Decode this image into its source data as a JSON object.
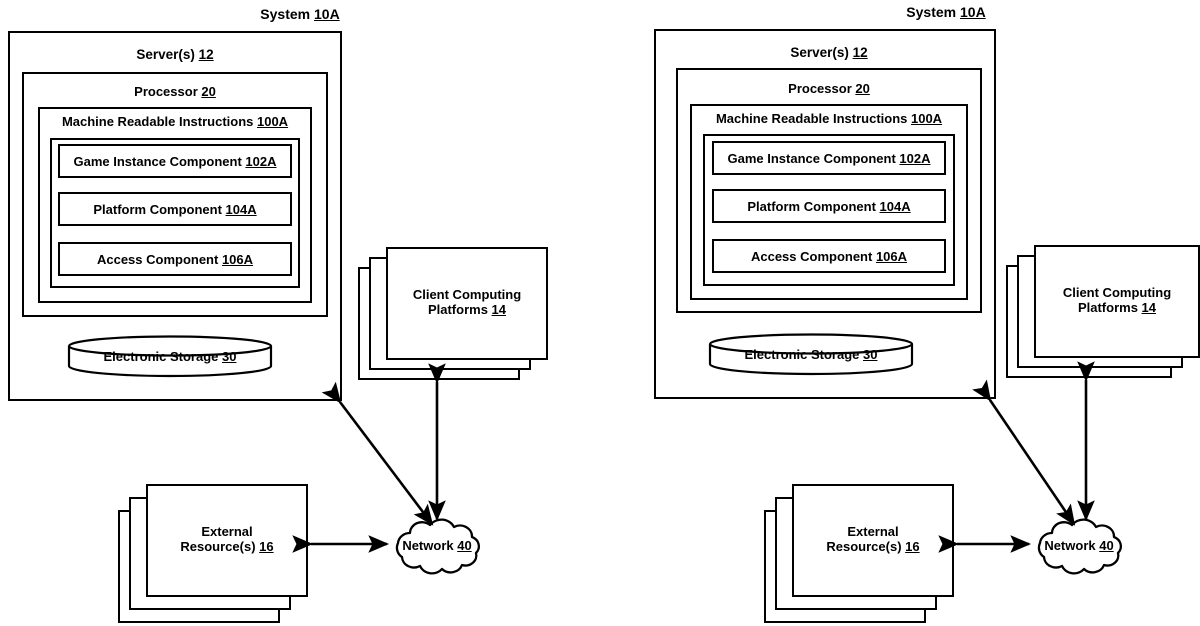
{
  "figure": {
    "type": "system-block-diagram",
    "panel_count": 2,
    "line_color": "#000000",
    "background_color": "#ffffff"
  },
  "panels": [
    {
      "id": "left-panel",
      "title": {
        "text": "System ",
        "ref": "10A"
      },
      "server": {
        "text": "Server(s) ",
        "ref": "12"
      },
      "processor": {
        "text": "Processor ",
        "ref": "20"
      },
      "instructions": {
        "text": "Machine Readable Instructions ",
        "ref": "100A"
      },
      "components": [
        {
          "name": "game-instance-component",
          "text": "Game Instance Component ",
          "ref": "102A"
        },
        {
          "name": "platform-component",
          "text": "Platform Component ",
          "ref": "104A"
        },
        {
          "name": "access-component",
          "text": "Access Component ",
          "ref": "106A"
        }
      ],
      "storage": {
        "text": "Electronic Storage ",
        "ref": "30"
      },
      "client_platforms": {
        "line1": "Client Computing",
        "line2": "Platforms ",
        "ref": "14",
        "stack_count": 3
      },
      "external_resources": {
        "line1": "External",
        "line2": "Resource(s) ",
        "ref": "16",
        "stack_count": 3
      },
      "network": {
        "text": "Network ",
        "ref": "40"
      },
      "connections": [
        {
          "name": "server-to-network",
          "from": "server",
          "to": "network",
          "style": "double-headed"
        },
        {
          "name": "client-platforms-to-network",
          "from": "client-computing-platforms",
          "to": "network",
          "style": "double-headed"
        },
        {
          "name": "external-resources-to-network",
          "from": "external-resources",
          "to": "network",
          "style": "double-headed"
        }
      ]
    },
    {
      "id": "right-panel",
      "title": {
        "text": "System ",
        "ref": "10A"
      },
      "server": {
        "text": "Server(s) ",
        "ref": "12"
      },
      "processor": {
        "text": "Processor ",
        "ref": "20"
      },
      "instructions": {
        "text": "Machine Readable Instructions ",
        "ref": "100A"
      },
      "components": [
        {
          "name": "game-instance-component",
          "text": "Game Instance Component ",
          "ref": "102A"
        },
        {
          "name": "platform-component",
          "text": "Platform Component ",
          "ref": "104A"
        },
        {
          "name": "access-component",
          "text": "Access Component ",
          "ref": "106A"
        }
      ],
      "storage": {
        "text": "Electronic Storage ",
        "ref": "30"
      },
      "client_platforms": {
        "line1": "Client Computing",
        "line2": "Platforms ",
        "ref": "14",
        "stack_count": 3
      },
      "external_resources": {
        "line1": "External",
        "line2": "Resource(s) ",
        "ref": "16",
        "stack_count": 3
      },
      "network": {
        "text": "Network ",
        "ref": "40"
      },
      "connections": [
        {
          "name": "server-to-network",
          "from": "server",
          "to": "network",
          "style": "double-headed"
        },
        {
          "name": "client-platforms-to-network",
          "from": "client-computing-platforms",
          "to": "network",
          "style": "double-headed"
        },
        {
          "name": "external-resources-to-network",
          "from": "external-resources",
          "to": "network",
          "style": "double-headed"
        }
      ]
    }
  ]
}
